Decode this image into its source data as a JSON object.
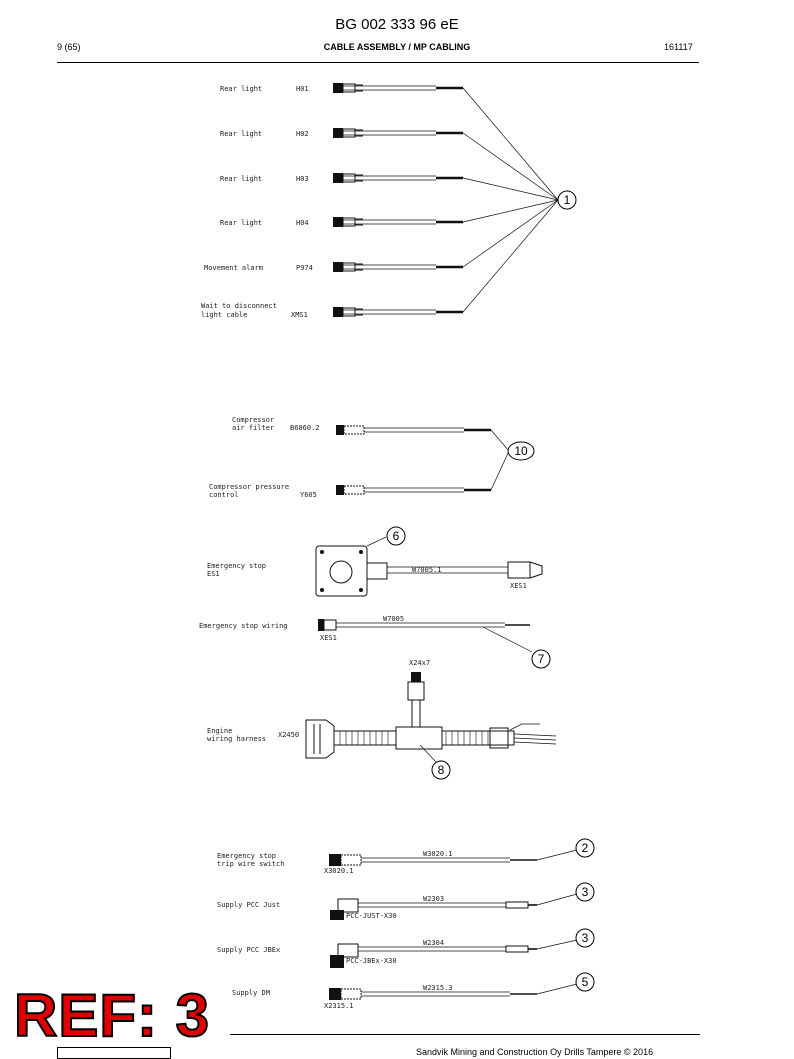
{
  "header": {
    "doc_number": "BG 002 333 96 eE",
    "page": "9 (65)",
    "section_title": "CABLE ASSEMBLY / MP CABLING",
    "date_code": "161117"
  },
  "ref_stamp": "REF: 3",
  "footer": {
    "copyright": "Sandvik Mining and Construction Oy Drills Tampere © 2016"
  },
  "groups": {
    "rear_lights": {
      "callout": "1",
      "items": [
        {
          "label": "Rear light",
          "code": "H01"
        },
        {
          "label": "Rear light",
          "code": "H02"
        },
        {
          "label": "Rear light",
          "code": "H03"
        },
        {
          "label": "Rear light",
          "code": "H04"
        },
        {
          "label": "Movement alarm",
          "code": "P974"
        },
        {
          "label_line1": "Wait to disconnect",
          "label_line2": "light cable",
          "code": "XMS1"
        }
      ]
    },
    "compressor": {
      "callout": "10",
      "items": [
        {
          "label_line1": "Compressor",
          "label_line2": "air filter",
          "code": "B6060.2"
        },
        {
          "label_line1": "Compressor pressure",
          "label_line2": "control",
          "code": "Y605"
        }
      ]
    },
    "emergency_stop": {
      "callout": "6",
      "label_line1": "Emergency stop",
      "label_line2": "ES1",
      "wire": "W7005.1",
      "connector": "XES1"
    },
    "emergency_stop_wiring": {
      "callout": "7",
      "label": "Emergency stop wiring",
      "wire": "W7005",
      "connector": "XES1"
    },
    "engine_harness": {
      "callout": "8",
      "label_line1": "Engine",
      "label_line2": "wiring harness",
      "code": "X2450",
      "branch": "X24x7"
    },
    "bottom_cables": [
      {
        "callout": "2",
        "label_line1": "Emergency stop",
        "label_line2": "trip wire switch",
        "wire": "W3020.1",
        "connector": "X3020.1"
      },
      {
        "callout": "3",
        "label": "Supply PCC Just",
        "wire": "W2303",
        "connector": "PCC-JUST-X30"
      },
      {
        "callout": "3",
        "label": "Supply PCC JBEx",
        "wire": "W2304",
        "connector": "PCC-JBEx-X30"
      },
      {
        "callout": "5",
        "label": "Supply DM",
        "wire": "W2315.3",
        "connector": "X2315.1"
      }
    ]
  }
}
